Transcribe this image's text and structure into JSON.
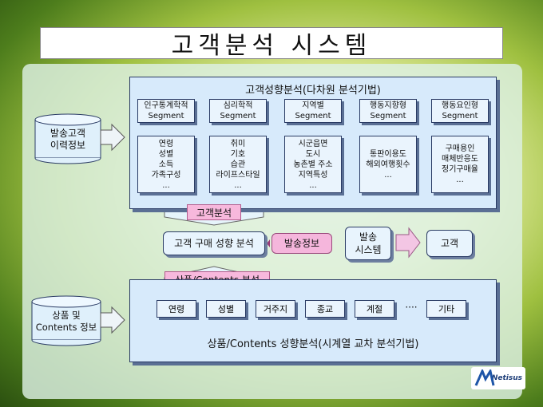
{
  "title": "고객분석 시스템",
  "top_box": {
    "title": "고객성향분석(다차원 분석기법)",
    "segments": [
      {
        "head": [
          "인구통계학적",
          "Segment"
        ],
        "body": [
          "연령",
          "성별",
          "소득",
          "가족구성",
          "..."
        ]
      },
      {
        "head": [
          "심리학적",
          "Segment"
        ],
        "body": [
          "취미",
          "기호",
          "습관",
          "라이프스타일",
          "..."
        ]
      },
      {
        "head": [
          "지역별",
          "Segment"
        ],
        "body": [
          "시군읍면",
          "도시",
          "농촌별 주소",
          "지역특성",
          "..."
        ]
      },
      {
        "head": [
          "행동지향형",
          "Segment"
        ],
        "body": [
          "통판이용도",
          "해외여행횟수",
          "..."
        ]
      },
      {
        "head": [
          "행동요인형",
          "Segment"
        ],
        "body": [
          "구매용인",
          "매체반응도",
          "정기구매율",
          "..."
        ]
      }
    ]
  },
  "left_db_top": [
    "발송고객",
    "이력정보"
  ],
  "left_db_bottom": [
    "상품 및",
    "Contents 정보"
  ],
  "label_customer_analysis": "고객분석",
  "label_product_analysis": "상품/Contents 분석",
  "middle": {
    "purchase_analysis": "고객 구매 성향 분석",
    "send_info": "발송정보",
    "send_system": [
      "발송",
      "시스템"
    ],
    "customer": "고객"
  },
  "bottom_box": {
    "items": [
      "연령",
      "성별",
      "거주지",
      "종교",
      "계절"
    ],
    "ellipsis": "····",
    "last_item": "기타",
    "caption": "상품/Contents 성향분석(시계열 교차 분석기법)"
  },
  "logo_text": "Netisus"
}
